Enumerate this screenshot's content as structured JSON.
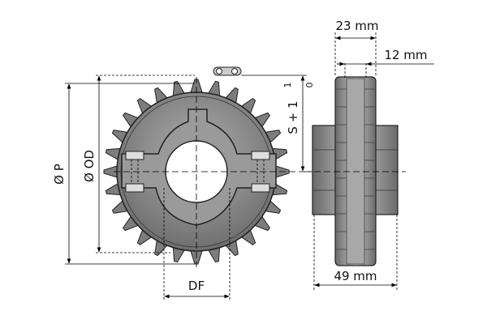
{
  "labels": {
    "pitch_diameter": "Ø P",
    "outer_diameter": "Ø OD",
    "hub_diameter": "DF",
    "offset": "S + 1",
    "offset_tol": "0",
    "width_total": "23 mm",
    "width_hub": "12 mm",
    "length_total": "49 mm"
  },
  "colors": {
    "body": "#8a8a8a",
    "outline": "#222222",
    "line": "#000000"
  },
  "sprocket": {
    "teeth": 28
  }
}
